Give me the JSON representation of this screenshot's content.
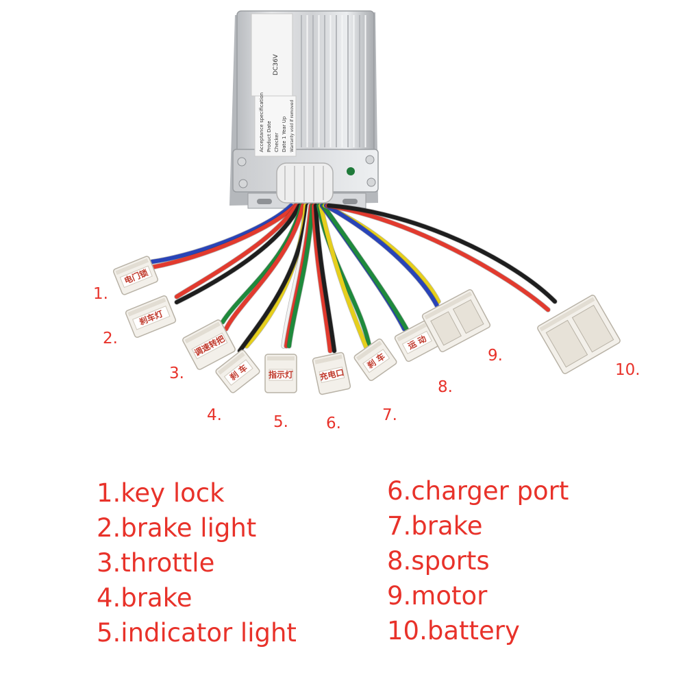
{
  "wire_colors": {
    "red": "#e23a2e",
    "black": "#1e1e1e",
    "blue": "#2944b8",
    "green": "#1f8a3c",
    "yellow": "#e6cf1c",
    "white": "#f2f2f2",
    "accent": "#e8322a"
  },
  "controller": {
    "label_lines": [
      "DC36V",
      "Acceptance specification",
      "Product Date",
      "Checker",
      "Date 1 Year Up",
      "Warranty void if removed"
    ]
  },
  "connectors": [
    {
      "text": "电门锁"
    },
    {
      "text": "刹车灯"
    },
    {
      "text": "调速转把"
    },
    {
      "text": "刹 车"
    },
    {
      "text": "指示灯"
    },
    {
      "text": "充电口"
    },
    {
      "text": "刹 车"
    },
    {
      "text": "运 动"
    },
    {
      "text": ""
    },
    {
      "text": ""
    }
  ],
  "numbers": [
    "1.",
    "2.",
    "3.",
    "4.",
    "5.",
    "6.",
    "7.",
    "8.",
    "9.",
    "10."
  ],
  "legend": {
    "left": [
      "1.key lock",
      "2.brake light",
      "3.throttle",
      "4.brake",
      "5.indicator light"
    ],
    "right": [
      "6.charger port",
      "7.brake",
      "8.sports",
      "9.motor",
      "10.battery"
    ]
  }
}
